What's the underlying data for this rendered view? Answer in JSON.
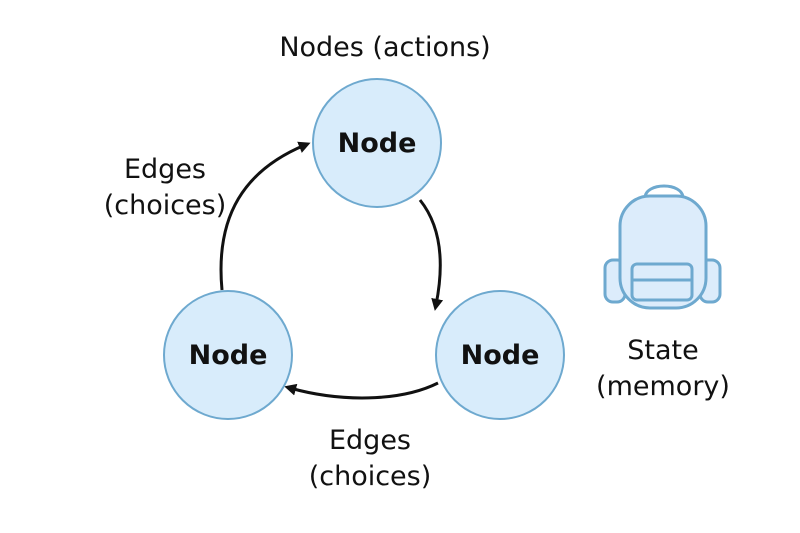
{
  "header": {
    "title": "Nodes (actions)"
  },
  "nodes": [
    {
      "label": "Node"
    },
    {
      "label": "Node"
    },
    {
      "label": "Node"
    }
  ],
  "edges": [
    {
      "line1": "Edges",
      "line2": "(choices)"
    },
    {
      "line1": "Edges",
      "line2": "(choices)"
    }
  ],
  "state": {
    "line1": "State",
    "line2": "(memory)",
    "icon": "backpack-icon"
  },
  "colors": {
    "node_fill": "#d8ecfb",
    "node_stroke": "#6ea9cf",
    "arrow": "#111111"
  }
}
